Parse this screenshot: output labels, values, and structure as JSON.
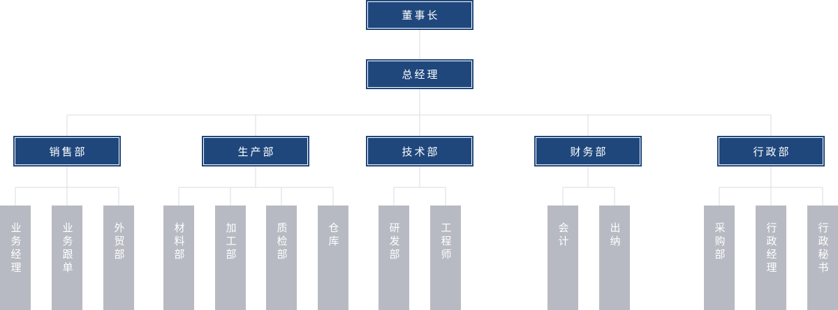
{
  "org_chart": {
    "colors": {
      "box": "#1f477c",
      "leaf": "#b8bac3",
      "line": "#d9dbe0",
      "text": "#ffffff"
    },
    "chairman": "董事长",
    "general_manager": "总经理",
    "departments": [
      {
        "label": "销售部",
        "children": [
          "业务经理",
          "业务跟单",
          "外贸部"
        ]
      },
      {
        "label": "生产部",
        "children": [
          "材料部",
          "加工部",
          "质检部",
          "仓库"
        ]
      },
      {
        "label": "技术部",
        "children": [
          "研发部",
          "工程师"
        ]
      },
      {
        "label": "财务部",
        "children": [
          "会计",
          "出纳"
        ]
      },
      {
        "label": "行政部",
        "children": [
          "采购部",
          "行政经理",
          "行政秘书"
        ]
      }
    ]
  }
}
